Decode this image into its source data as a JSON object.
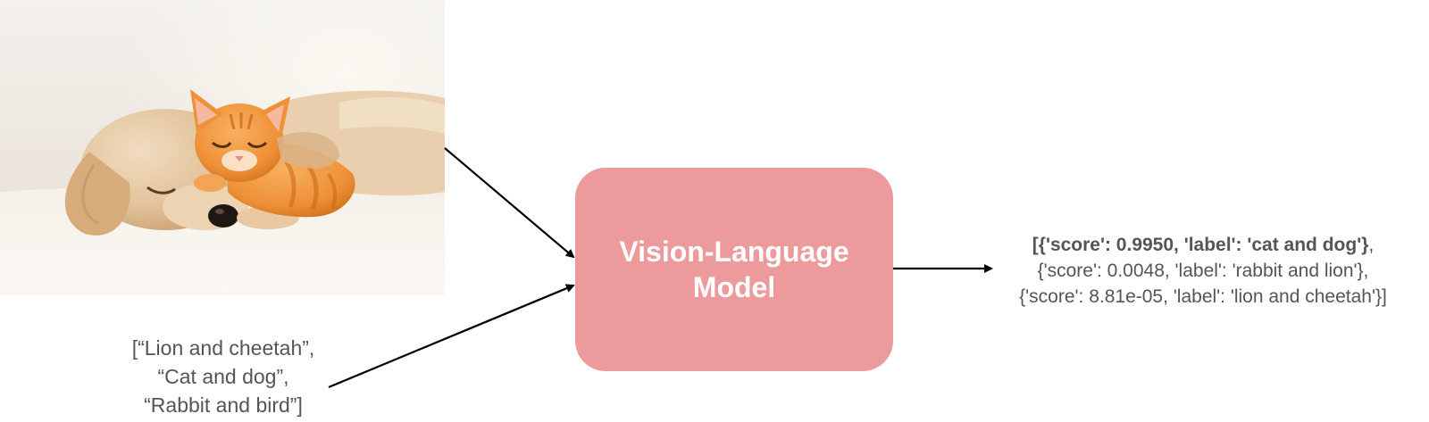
{
  "input_image": {
    "icon": "photo-of-puppy-and-kitten-sleeping"
  },
  "candidate_labels": {
    "lines": [
      "[“Lion and cheetah”,",
      "“Cat and dog”,",
      "“Rabbit and bird”]"
    ]
  },
  "model": {
    "lines": [
      "Vision-Language",
      "Model"
    ],
    "color": "#ec9a9b"
  },
  "output": {
    "line1_bold": "[{'score': 0.9950, 'label': 'cat and dog'}",
    "line1_rest": ",",
    "line2": "{'score': 0.0048, 'label': 'rabbit and lion'},",
    "line3": "{'score': 8.81e-05, 'label': 'lion and cheetah'}]"
  }
}
